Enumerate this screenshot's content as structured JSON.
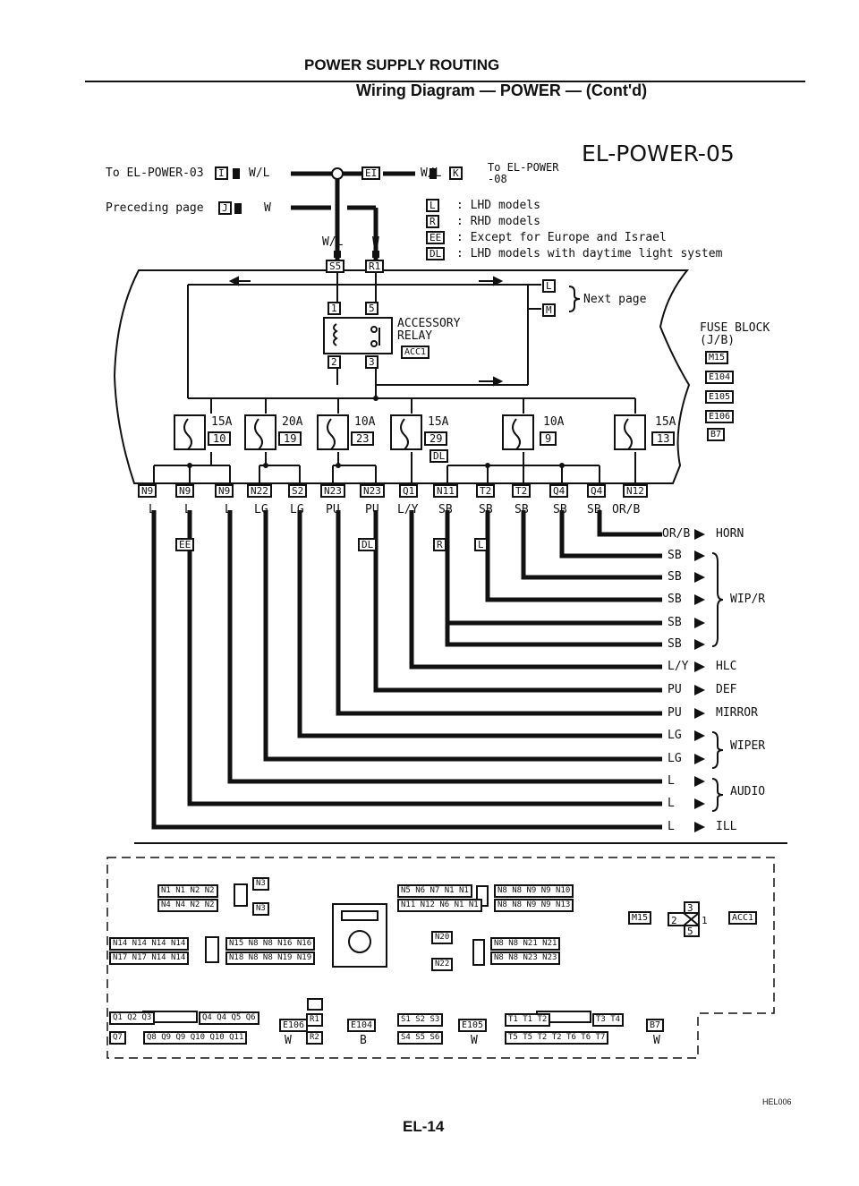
{
  "header": {
    "title": "POWER SUPPLY ROUTING",
    "subtitle": "Wiring Diagram — POWER — (Cont'd)"
  },
  "diagram_id": "EL-POWER-05",
  "top": {
    "to_power03": "To EL-POWER-03",
    "conn_i": "I",
    "wl_left": "W/L",
    "conn_ei": "EI",
    "wl_right": "W/L",
    "conn_k": "K",
    "to_power08": "To EL-POWER",
    "to_power08b": "-08",
    "preceding": "Preceding page",
    "conn_j": "J",
    "w_left": "W",
    "wl_drop": "W/L",
    "w_drop": "W",
    "s5": "S5",
    "r1": "R1"
  },
  "legend": [
    {
      "sym": "L",
      "text": ": LHD models"
    },
    {
      "sym": "R",
      "text": ": RHD models"
    },
    {
      "sym": "EE",
      "text": ": Except for Europe and Israel"
    },
    {
      "sym": "DL",
      "text": ": LHD models with daytime light system"
    }
  ],
  "relay": {
    "label1": "ACCESSORY",
    "label2": "RELAY",
    "conn": "ACC1",
    "p1": "1",
    "p5": "5",
    "p2": "2",
    "p3": "3"
  },
  "next_page": {
    "l": "L",
    "m": "M",
    "label": "Next page"
  },
  "fuse_block": {
    "label1": "FUSE BLOCK",
    "label2": "(J/B)",
    "conns": [
      "M15",
      "E104",
      "E105",
      "E106",
      "B7"
    ]
  },
  "fuses": [
    {
      "amp": "15A",
      "num": "10"
    },
    {
      "amp": "20A",
      "num": "19"
    },
    {
      "amp": "10A",
      "num": "23"
    },
    {
      "amp": "15A",
      "num": "29"
    },
    {
      "amp": "10A",
      "num": "9"
    },
    {
      "amp": "15A",
      "num": "13"
    }
  ],
  "fuse_dl": "DL",
  "terminals": [
    "N9",
    "N9",
    "N9",
    "N22",
    "S2",
    "N23",
    "N23",
    "Q1",
    "N11",
    "T2",
    "T2",
    "Q4",
    "Q4",
    "N12"
  ],
  "wire_colors": [
    "L",
    "L",
    "L",
    "LG",
    "LG",
    "PU",
    "PU",
    "L/Y",
    "SB",
    "SB",
    "SB",
    "SB",
    "SB",
    "OR/B"
  ],
  "cond_marks": {
    "ee": "EE",
    "dl": "DL",
    "r": "R",
    "l": "L"
  },
  "outputs": [
    {
      "color": "OR/B",
      "dest": "HORN"
    },
    {
      "color": "SB",
      "dest": ""
    },
    {
      "color": "SB",
      "dest": ""
    },
    {
      "color": "SB",
      "dest": "WIP/R"
    },
    {
      "color": "SB",
      "dest": ""
    },
    {
      "color": "SB",
      "dest": ""
    },
    {
      "color": "L/Y",
      "dest": "HLC"
    },
    {
      "color": "PU",
      "dest": "DEF"
    },
    {
      "color": "PU",
      "dest": "MIRROR"
    },
    {
      "color": "LG",
      "dest": "WIPER"
    },
    {
      "color": "LG",
      "dest": ""
    },
    {
      "color": "L",
      "dest": "AUDIO"
    },
    {
      "color": "L",
      "dest": ""
    },
    {
      "color": "L",
      "dest": "ILL"
    }
  ],
  "connectors": {
    "n3a": "N3",
    "n3b": "N3",
    "row_a1": "N1 N1 N2 N2",
    "row_a2": "N4 N4 N2 N2",
    "row_b1": "N14 N14 N14 N14",
    "row_b2": "N17 N17 N14 N14",
    "row_c1": "N15 N8 N8 N16 N16",
    "row_c2": "N18 N8 N8 N19 N19",
    "row_d1": "N5 N6 N7 N1 N1",
    "row_d2": "N11 N12 N6 N1 N1",
    "row_e1": "N8 N8 N9 N9 N10",
    "row_e2": "N8 N8 N9 N9 N13",
    "n20": "N20",
    "n22": "N22",
    "row_f1": "N8 N8 N21 N21",
    "row_f2": "N8 N8 N23 N23",
    "m15": "M15",
    "acc1": "ACC1",
    "r3": "3",
    "r2": "2",
    "r1": "1",
    "r5": "5",
    "q_row1": "Q1 Q2 Q3",
    "q_row1b": "Q4 Q4 Q5 Q6",
    "q_row2": "Q7",
    "q_row2b": "Q8 Q9 Q9 Q10 Q10 Q11",
    "e106": "E106",
    "w1": "W",
    "r_top": "R1",
    "r_bot": "R2",
    "e104": "E104",
    "b1": "B",
    "s_row1": "S1 S2 S3",
    "s_row2": "S4 S5 S6",
    "e105": "E105",
    "w2": "W",
    "t_row1": "T1 T1 T2",
    "t_row1b": "T3 T4",
    "t_row2": "T5 T5 T2 T2 T6 T6 T7",
    "b7": "B7",
    "w3": "W"
  },
  "footer": {
    "code": "HEL006",
    "page": "EL-14"
  }
}
